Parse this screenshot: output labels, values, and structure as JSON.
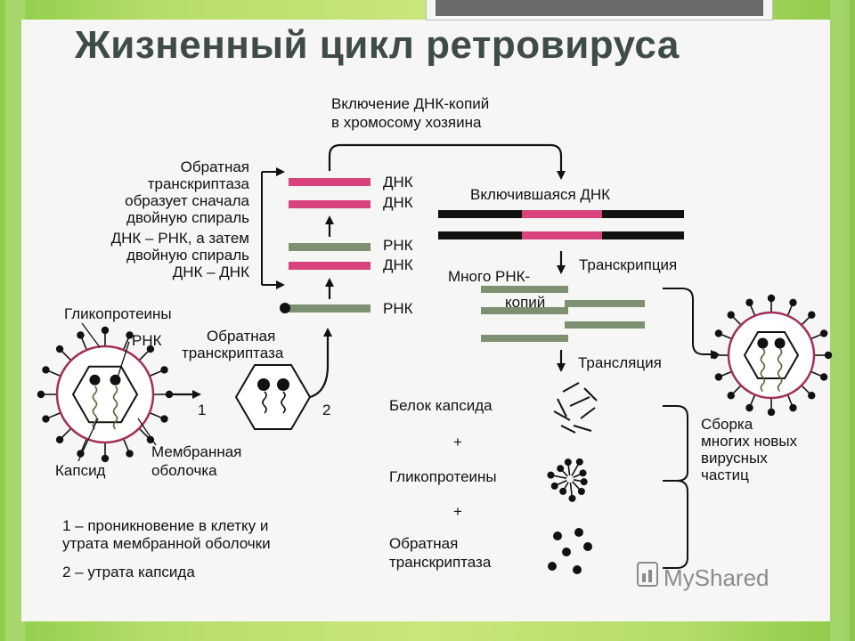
{
  "title": "Жизненный цикл ретровируса",
  "labels": {
    "inclusion_line1": "Включение ДНК-копий",
    "inclusion_line2": "в хромосому хозяина",
    "rt_note_line1": "Обратная",
    "rt_note_line2": "транскриптаза",
    "rt_note_line3": "образует сначала",
    "rt_note_line4": "двойную спираль",
    "rt_note_line5": "ДНК – РНК, а затем",
    "rt_note_line6": "двойную спираль",
    "rt_note_line7": "ДНК – ДНК",
    "strand_dna_1": "ДНК",
    "strand_dna_2": "ДНК",
    "strand_rna_1": "РНК",
    "strand_dna_3": "ДНК",
    "strand_rna_2": "РНК",
    "integrated_dna": "Включившаяся ДНК",
    "transcription": "Транскрипция",
    "many_rna_line1": "Много РНК-",
    "many_rna_line2": "копий",
    "translation": "Трансляция",
    "glycoproteins_top": "Гликопротеины",
    "rna_virus": "РНК",
    "rt_virus_line1": "Обратная",
    "rt_virus_line2": "транскриптаза",
    "step1": "1",
    "step2": "2",
    "capsid": "Капсид",
    "membrane_line1": "Мембранная",
    "membrane_line2": "оболочка",
    "capsid_protein": "Белок капсида",
    "plus1": "+",
    "glycoproteins_mid": "Гликопротеины",
    "plus2": "+",
    "rt_bottom_line1": "Обратная",
    "rt_bottom_line2": "транскриптаза",
    "assembly_line1": "Сборка",
    "assembly_line2": "многих новых",
    "assembly_line3": "вирусных",
    "assembly_line4": "частиц",
    "legend1_line1": "1 – проникновение в клетку и",
    "legend1_line2": "утрата мембранной оболочки",
    "legend2": "2 – утрата капсида",
    "watermark": "MyShared"
  },
  "colors": {
    "dna_strand": "#d9437d",
    "rna_strand": "#7e9072",
    "host_dna": "#111111",
    "membrane": "#a0305a",
    "title": "#3f4b45"
  }
}
